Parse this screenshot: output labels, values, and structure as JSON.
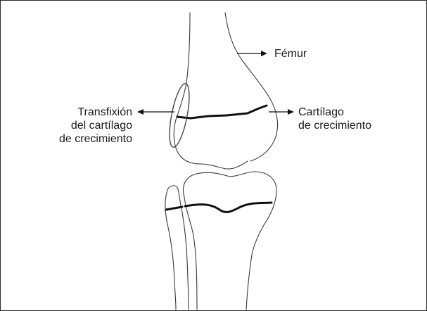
{
  "labels": {
    "femur": "Fémur",
    "transfixion": {
      "line1": "Transfixión",
      "line2": "del cartílago",
      "line3": "de crecimiento"
    },
    "cartilage": {
      "line1": "Cartílago",
      "line2": "de crecimiento"
    }
  },
  "colors": {
    "outline": "#3a3a3a",
    "physis": "#111111",
    "arrow": "#111111",
    "border": "#2a2a2a"
  }
}
